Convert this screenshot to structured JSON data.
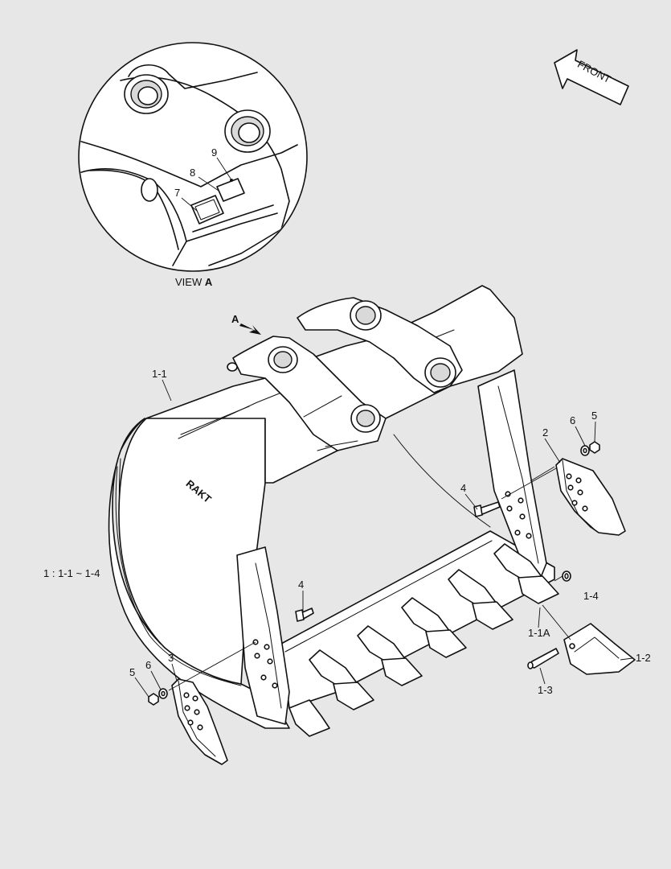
{
  "labels": {
    "view_prefix": "VIEW",
    "view_letter": "A",
    "arrow_a": "A",
    "front": "FRONT",
    "note": "1 : 1-1 ~ 1-4",
    "p1_1": "1-1",
    "p1_1a": "1-1A",
    "p1_2": "1-2",
    "p1_3": "1-3",
    "p1_4": "1-4",
    "p2": "2",
    "p3": "3",
    "p4_upper": "4",
    "p4_lower": "4",
    "p5_right": "5",
    "p6_right": "6",
    "p5_left": "5",
    "p6_left": "6",
    "p7": "7",
    "p8": "8",
    "p9": "9"
  },
  "brand_mark": "RAKT"
}
